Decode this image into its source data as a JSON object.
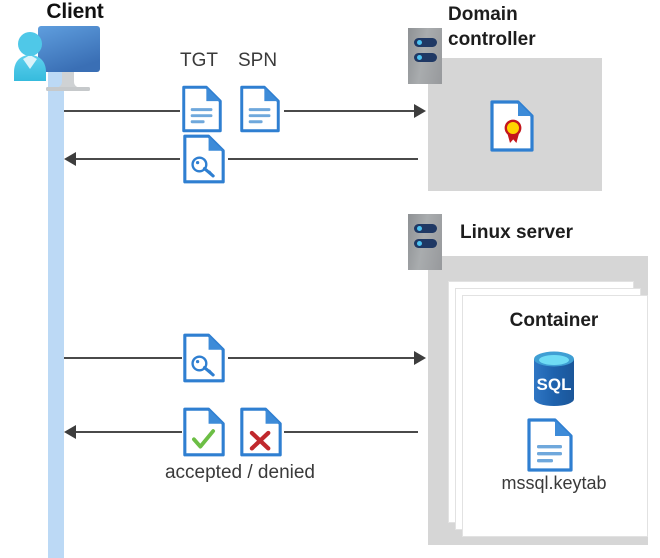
{
  "diagram": {
    "type": "kerberos-authentication-sequence",
    "title_visible": false
  },
  "actors": {
    "client": {
      "label": "Client",
      "icon": "client-computer-user-icon",
      "lifeline_color": "#bcd9f5"
    },
    "domain_controller": {
      "label_line1": "Domain",
      "label_line2": "controller",
      "icon": "server-rack-icon",
      "zone_color": "#d6d6d6",
      "contents": [
        {
          "icon": "certificate-document-icon",
          "label": ""
        }
      ]
    },
    "linux_server": {
      "label": "Linux server",
      "icon": "server-rack-icon",
      "zone_color": "#d6d6d6",
      "container": {
        "label": "Container",
        "stack_count": 3,
        "contents": [
          {
            "icon": "sql-database-icon",
            "label": "SQL"
          },
          {
            "icon": "keytab-document-icon",
            "label": "mssql.keytab"
          }
        ]
      }
    }
  },
  "messages": [
    {
      "id": "msg-request-ticket",
      "direction": "right",
      "from": "client",
      "to": "domain_controller",
      "labels": [
        "TGT",
        "SPN"
      ],
      "icons": [
        "text-document-icon",
        "text-document-icon"
      ]
    },
    {
      "id": "msg-service-ticket",
      "direction": "left",
      "from": "domain_controller",
      "to": "client",
      "labels": [],
      "icons": [
        "key-document-icon"
      ]
    },
    {
      "id": "msg-present-ticket",
      "direction": "right",
      "from": "client",
      "to": "linux_server",
      "labels": [],
      "icons": [
        "key-document-icon"
      ]
    },
    {
      "id": "msg-verdict",
      "direction": "left",
      "from": "linux_server",
      "to": "client",
      "labels": [
        "accepted / denied"
      ],
      "icons": [
        "accepted-document-icon",
        "denied-document-icon"
      ]
    }
  ],
  "labels": {
    "tgt": "TGT",
    "spn": "SPN",
    "verdict": "accepted / denied",
    "keytab": "mssql.keytab",
    "container": "Container",
    "client": "Client",
    "domain_controller_l1": "Domain",
    "domain_controller_l2": "controller",
    "linux_server": "Linux server"
  },
  "colors": {
    "accent_blue": "#2f7fd1",
    "doc_border": "#2f7fd1",
    "lifeline": "#bcd9f5",
    "zone_gray": "#d6d6d6",
    "arrow": "#3d3d3d",
    "accept_green": "#6cbe45",
    "deny_red": "#c0282d",
    "seal_gold": "#ffd400",
    "seal_red": "#c4161c",
    "sql_blue": "#1e62ad",
    "sql_top": "#4fc3e8",
    "text_dark": "#1d1d1d",
    "text_gray": "#3a3a3a"
  }
}
